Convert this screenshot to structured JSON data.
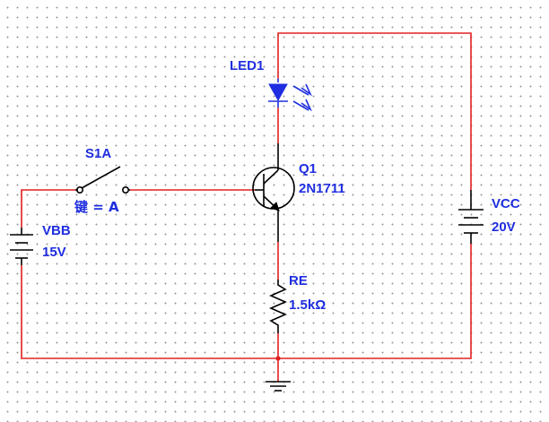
{
  "components": {
    "led": {
      "ref": "LED1"
    },
    "transistor": {
      "ref": "Q1",
      "model": "2N1711"
    },
    "switch": {
      "ref": "S1A",
      "key_label": "键 = A"
    },
    "vbb": {
      "ref": "VBB",
      "value": "15V"
    },
    "vcc": {
      "ref": "VCC",
      "value": "20V"
    },
    "re": {
      "ref": "RE",
      "value": "1.5kΩ"
    }
  },
  "colors": {
    "wire": "#e02020",
    "label": "#1f2ee0",
    "component": "#000000",
    "junction": "#e02020"
  }
}
